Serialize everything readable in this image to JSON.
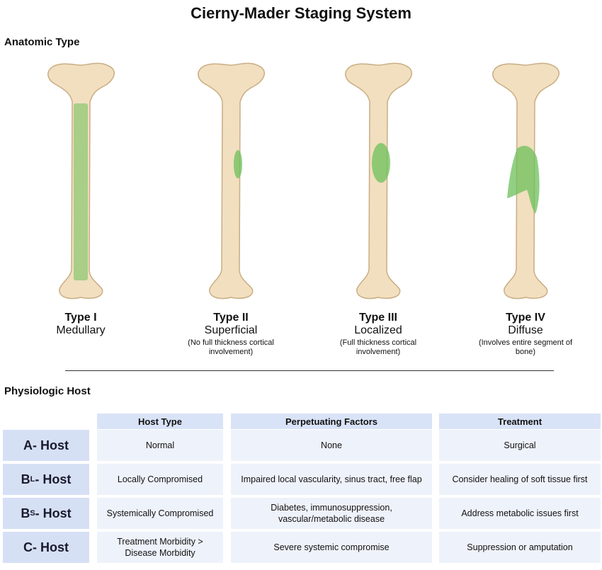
{
  "title": "Cierny-Mader Staging System",
  "anatomic_label": "Anatomic Type",
  "physiologic_label": "Physiologic Host",
  "types": [
    {
      "type": "Type I",
      "subtitle": "Medullary",
      "note": ""
    },
    {
      "type": "Type II",
      "subtitle": "Superficial",
      "note": "(No full thickness cortical involvement)"
    },
    {
      "type": "Type III",
      "subtitle": "Localized",
      "note": "(Full thickness cortical involvement)"
    },
    {
      "type": "Type IV",
      "subtitle": "Diffuse",
      "note": "(Involves entire segment of bone)"
    }
  ],
  "table": {
    "headers": [
      "Host Type",
      "Perpetuating Factors",
      "Treatment"
    ],
    "rows": [
      {
        "host_main": "A",
        "host_sub": "",
        "host_suffix": "- Host",
        "host_type": "Normal",
        "factors": "None",
        "treatment": "Surgical"
      },
      {
        "host_main": "B",
        "host_sub": "L",
        "host_suffix": "- Host",
        "host_type": "Locally Compromised",
        "factors": "Impaired local vascularity, sinus tract, free flap",
        "treatment": "Consider healing of soft tissue first"
      },
      {
        "host_main": "B",
        "host_sub": "S",
        "host_suffix": "- Host",
        "host_type": "Systemically Compromised",
        "factors": "Diabetes, immunosuppression, vascular/metabolic disease",
        "treatment": "Address metabolic issues first"
      },
      {
        "host_main": "C",
        "host_sub": "",
        "host_suffix": "- Host",
        "host_type": "Treatment Morbidity > Disease Morbidity",
        "factors": "Severe systemic compromise",
        "treatment": "Suppression or amputation"
      }
    ]
  },
  "colors": {
    "bone": "#f1dfbf",
    "bone_stroke": "#c9ad84",
    "lesion": "#6cc05a",
    "header_fill": "#d9e3f7",
    "cell_fill": "#eef2fa"
  }
}
